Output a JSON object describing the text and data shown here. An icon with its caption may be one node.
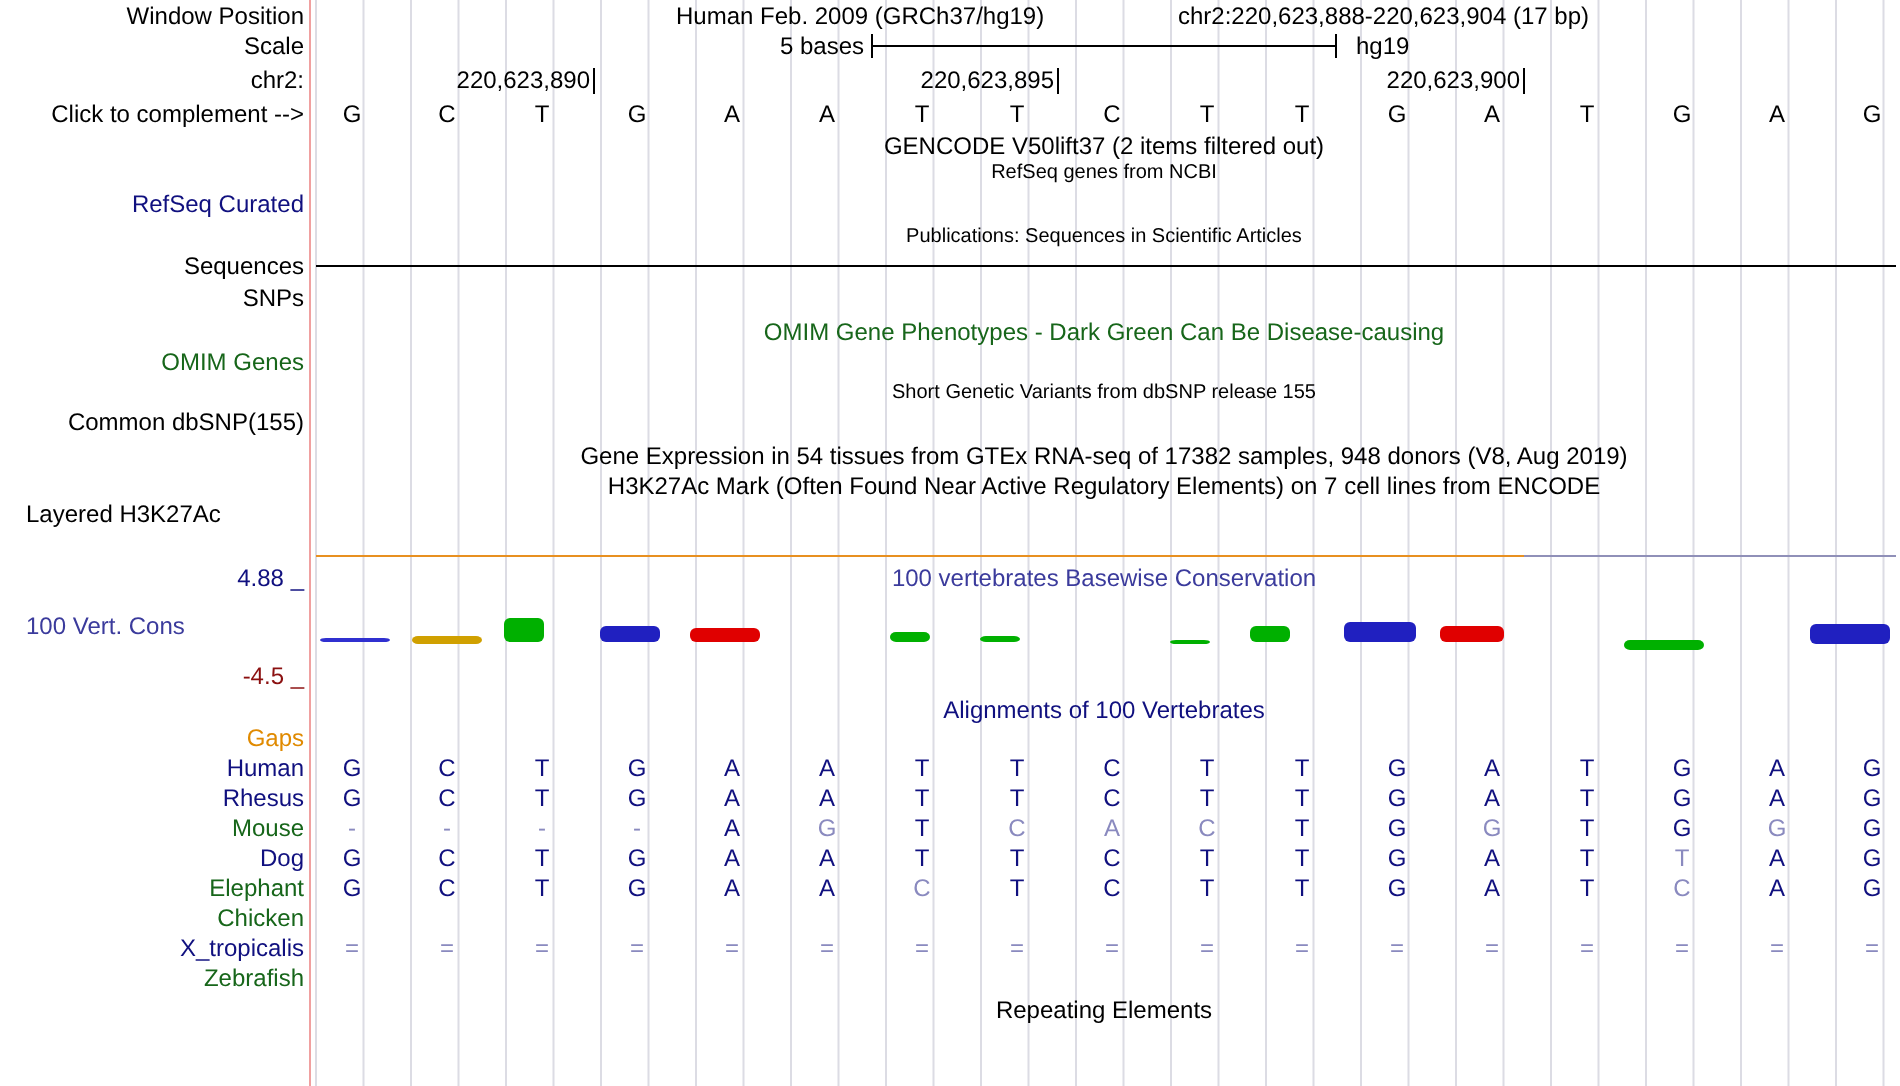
{
  "diagram": {
    "labels": [
      "Window Position",
      "Human Feb. 2009 (GRCh37/hg19)",
      "chr2:220,623,888-220,623,904 (17 bp)",
      "Scale",
      "5 bases",
      "hg19",
      "chr2:",
      "220,623,890",
      "220,623,895",
      "220,623,900",
      "Click to complement -->",
      "G",
      "C",
      "T",
      "G",
      "A",
      "A",
      "T",
      "T",
      "C",
      "T",
      "T",
      "G",
      "A",
      "T",
      "G",
      "A",
      "G",
      "GENCODE V50lift37 (2 items filtered out)",
      "RefSeq genes from NCBI",
      "RefSeq Curated",
      "Publications: Sequences in Scientific Articles",
      "Sequences",
      "SNPs",
      "OMIM Gene Phenotypes - Dark Green Can Be Disease-causing",
      "OMIM Genes",
      "Short Genetic Variants from dbSNP release 155",
      "Common dbSNP(155)",
      "Gene Expression in 54 tissues from GTEx RNA-seq of 17382 samples, 948 donors (V8, Aug 2019)",
      "H3K27Ac Mark (Often Found Near Active Regulatory Elements) on 7 cell lines from ENCODE",
      "Layered H3K27Ac",
      "4.88 _",
      "100 vertebrates Basewise Conservation",
      "100 Vert. Cons",
      "-4.5 _",
      "Alignments of 100 Vertebrates",
      "Gaps",
      "Human",
      "G",
      "C",
      "T",
      "G",
      "A",
      "A",
      "T",
      "T",
      "C",
      "T",
      "T",
      "G",
      "A",
      "T",
      "G",
      "A",
      "G",
      "Rhesus",
      "G",
      "C",
      "T",
      "G",
      "A",
      "A",
      "T",
      "T",
      "C",
      "T",
      "T",
      "G",
      "A",
      "T",
      "G",
      "A",
      "G",
      "Mouse",
      "-",
      "-",
      "-",
      "-",
      "A",
      "G",
      "T",
      "C",
      "A",
      "C",
      "T",
      "G",
      "G",
      "T",
      "G",
      "G",
      "G",
      "Dog",
      "G",
      "C",
      "T",
      "G",
      "A",
      "A",
      "T",
      "T",
      "C",
      "T",
      "T",
      "G",
      "A",
      "T",
      "T",
      "A",
      "G",
      "Elephant",
      "G",
      "C",
      "T",
      "G",
      "A",
      "A",
      "C",
      "T",
      "C",
      "T",
      "T",
      "G",
      "A",
      "T",
      "C",
      "A",
      "G",
      "Chicken",
      "X_tropicalis",
      "=",
      "=",
      "=",
      "=",
      "=",
      "=",
      "=",
      "=",
      "=",
      "=",
      "=",
      "=",
      "=",
      "=",
      "=",
      "=",
      "=",
      "Zebrafish",
      "Repeating Elements"
    ]
  }
}
